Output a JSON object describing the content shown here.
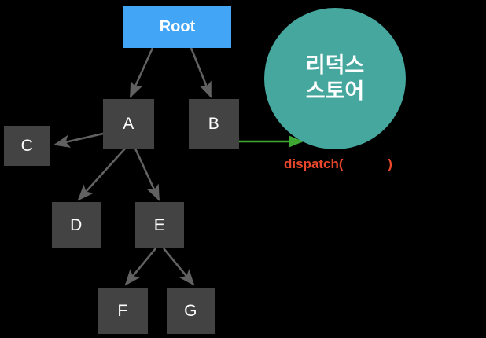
{
  "diagram": {
    "title": "Redux store dispatch diagram",
    "background_color": "#000000",
    "colors": {
      "root_box": "#42a5f5",
      "node_box": "#434343",
      "store_circle": "#45a79e",
      "tree_arrow": "#616161",
      "dispatch_arrow": "#3ea832",
      "dispatch_text": "#e8472b",
      "node_text": "#ffffff"
    },
    "root": {
      "label": "Root"
    },
    "nodes": [
      {
        "id": "A",
        "label": "A"
      },
      {
        "id": "B",
        "label": "B"
      },
      {
        "id": "C",
        "label": "C"
      },
      {
        "id": "D",
        "label": "D"
      },
      {
        "id": "E",
        "label": "E"
      },
      {
        "id": "F",
        "label": "F"
      },
      {
        "id": "G",
        "label": "G"
      }
    ],
    "store": {
      "line1": "리덕스",
      "line2": "스토어"
    },
    "dispatch": {
      "text": "dispatch(            )",
      "prefix": "dispatch(",
      "argument": "",
      "suffix": ")"
    },
    "edges": [
      {
        "from": "Root",
        "to": "A"
      },
      {
        "from": "Root",
        "to": "B"
      },
      {
        "from": "A",
        "to": "C"
      },
      {
        "from": "A",
        "to": "D"
      },
      {
        "from": "A",
        "to": "E"
      },
      {
        "from": "E",
        "to": "F"
      },
      {
        "from": "E",
        "to": "G"
      },
      {
        "from": "B",
        "to": "store"
      }
    ]
  }
}
